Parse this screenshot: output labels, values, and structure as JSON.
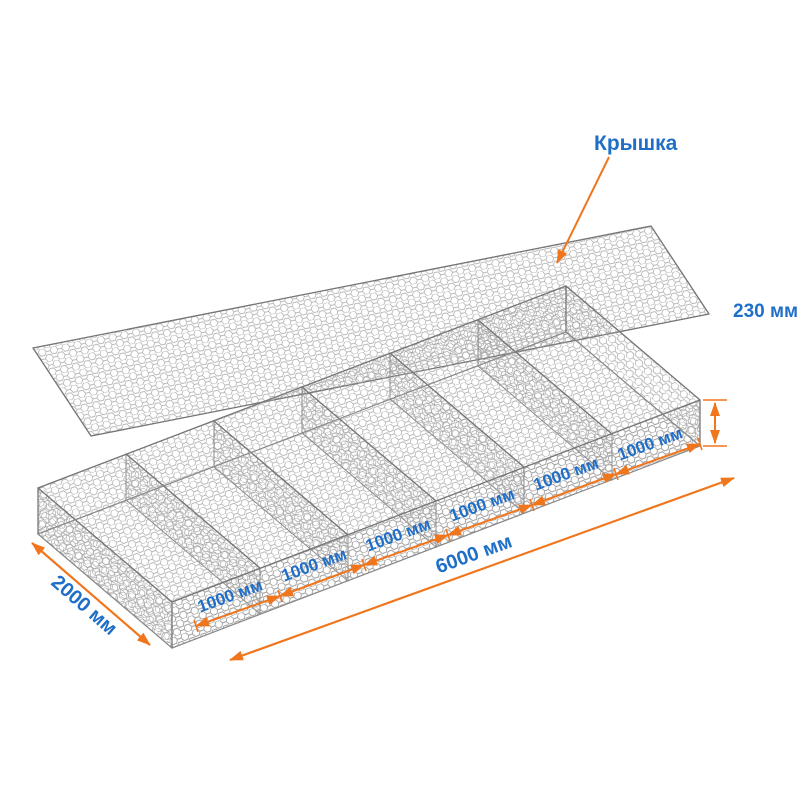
{
  "diagram": {
    "lid_label": "Крышка",
    "dimensions": {
      "height": "230 мм",
      "length": "6000 мм",
      "width": "2000 мм",
      "segments": [
        "1000 мм",
        "1000 мм",
        "1000 мм",
        "1000 мм",
        "1000 мм",
        "1000 мм"
      ]
    },
    "colors": {
      "dimension_line": "#F0761E",
      "dimension_text": "#1F6FC9",
      "mesh": "#9A9A9A"
    }
  }
}
